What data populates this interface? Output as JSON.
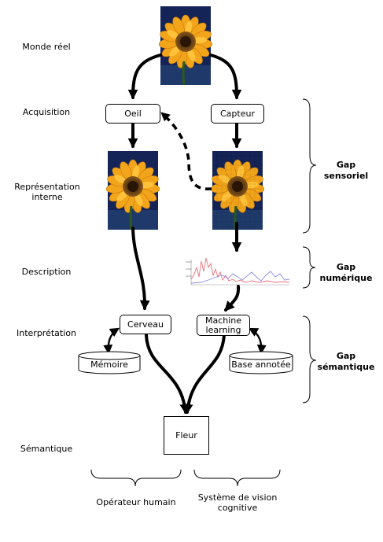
{
  "row_labels": {
    "real_world": "Monde réel",
    "acquisition": "Acquisition",
    "representation": "Représentation interne",
    "description": "Description",
    "interpretation": "Interprétation",
    "semantic": "Sémantique"
  },
  "nodes": {
    "eye": "Oeil",
    "sensor": "Capteur",
    "brain": "Cerveau",
    "machine_learning": "Machine learning",
    "memory": "Mémoire",
    "annotated_base": "Base annotée",
    "flower": "Fleur"
  },
  "gaps": {
    "sensory": "Gap sensoriel",
    "numeric": "Gap numérique",
    "semantic": "Gap sémantique"
  },
  "bottom": {
    "human": "Opérateur humain",
    "cognitive": "Système de vision cognitive"
  },
  "colors": {
    "sky": "#1a2a5a",
    "petal": "#f2a51a",
    "center": "#5a3410",
    "plot_red": "#e8707a",
    "plot_blue": "#8a8ae8"
  }
}
